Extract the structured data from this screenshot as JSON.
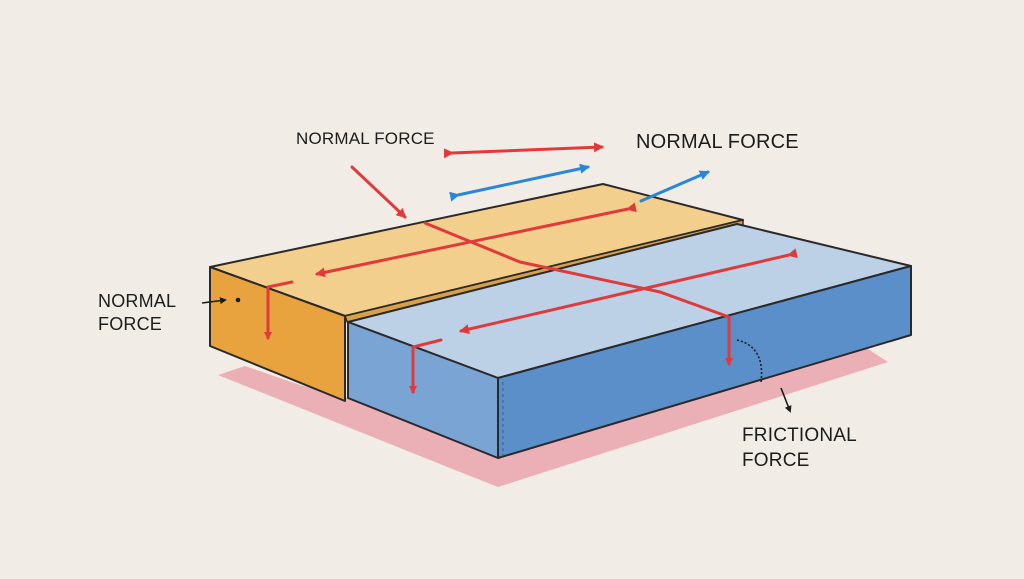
{
  "labels": {
    "top_left": "NORMAL FORCE",
    "top_right": "NORMAL FORCE",
    "left_line1": "NORMAL",
    "left_line2": "FORCE",
    "right_line1": "FRICTIONAL",
    "right_line2": "FORCE"
  },
  "colors": {
    "background": "#f1ede6",
    "orange_block_top": "#f2cf8c",
    "orange_block_front": "#e9a33e",
    "blue_block_top": "#bcd0e6",
    "blue_block_front": "#5b8fc9",
    "shadow": "#eaa3ad",
    "red_arrow": "#e03a3a",
    "blue_arrow": "#2a86d6",
    "ink": "#1c1c1c"
  }
}
